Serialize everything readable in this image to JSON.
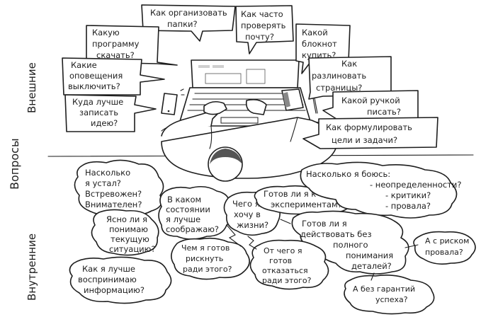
{
  "labels": {
    "side_main": "Вопросы",
    "side_external": "Внешние",
    "side_internal": "Внутренние"
  },
  "external": [
    {
      "id": "e1",
      "lines": [
        "Как организовать",
        "папки?"
      ]
    },
    {
      "id": "e2",
      "lines": [
        "Как часто",
        "проверять",
        "почту?"
      ]
    },
    {
      "id": "e3",
      "lines": [
        "Какую",
        "программу",
        "скачать?"
      ]
    },
    {
      "id": "e4",
      "lines": [
        "Какой",
        "блокнот",
        "купить?"
      ]
    },
    {
      "id": "e5",
      "lines": [
        "Какие",
        "оповещения",
        "выключить?"
      ]
    },
    {
      "id": "e6",
      "lines": [
        "Как",
        "разлиновать",
        "страницы?"
      ]
    },
    {
      "id": "e7",
      "lines": [
        "Куда лучше",
        "записать",
        "идею?"
      ]
    },
    {
      "id": "e8",
      "lines": [
        "Какой ручкой",
        "писать?"
      ]
    },
    {
      "id": "e9",
      "lines": [
        "Как формулировать",
        "цели и задачи?"
      ]
    }
  ],
  "internal": [
    {
      "id": "i1",
      "lines": [
        "Насколько",
        "я устал?",
        "Встревожен?",
        "Внимателен?"
      ]
    },
    {
      "id": "i2",
      "lines": [
        "В каком",
        "состоянии",
        "я лучше",
        "соображаю?"
      ]
    },
    {
      "id": "i3",
      "lines": [
        "Чего я",
        "хочу в",
        "жизни?"
      ]
    },
    {
      "id": "i4",
      "lines": [
        "Готов ли я к",
        "экспериментам?"
      ]
    },
    {
      "id": "i5",
      "lines": [
        "Насколько я боюсь:",
        "- неопределенности?",
        "- критики?",
        "- провала?"
      ]
    },
    {
      "id": "i6",
      "lines": [
        "Ясно ли я",
        "понимаю",
        "текущую",
        "ситуацию?"
      ]
    },
    {
      "id": "i7",
      "lines": [
        "Чем я готов",
        "рискнуть",
        "ради этого?"
      ]
    },
    {
      "id": "i8",
      "lines": [
        "Готов ли я",
        "действовать без",
        "полного",
        "понимания",
        "деталей?"
      ]
    },
    {
      "id": "i9",
      "lines": [
        "А с риском",
        "провала?"
      ]
    },
    {
      "id": "i10",
      "lines": [
        "От чего я",
        "готов",
        "отказаться",
        "ради этого?"
      ]
    },
    {
      "id": "i11",
      "lines": [
        "Как я лучше",
        "воспринимаю",
        "информацию?"
      ]
    },
    {
      "id": "i12",
      "lines": [
        "А без гарантий",
        "успеха?"
      ]
    }
  ]
}
